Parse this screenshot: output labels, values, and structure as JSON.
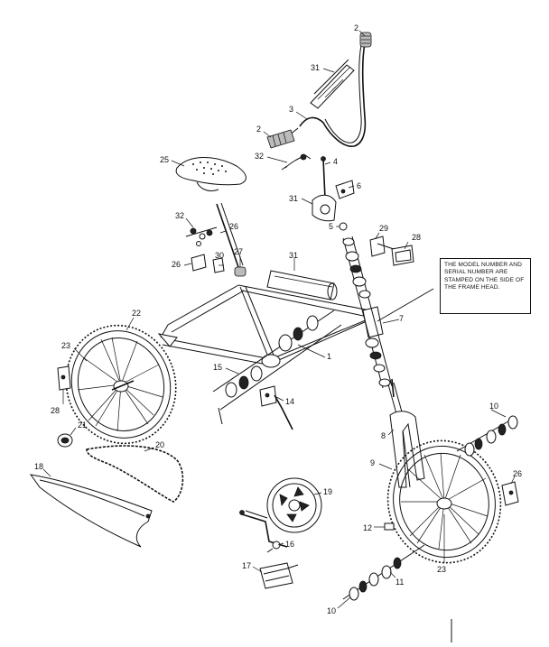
{
  "note": "THE MODEL NUMBER AND SERIAL NUMBER ARE STAMPED ON THE SIDE OF THE FRAME HEAD.",
  "callouts": {
    "c2a": "2",
    "c31a": "31",
    "c3": "3",
    "c2b": "2",
    "c32a": "32",
    "c4": "4",
    "c25": "25",
    "c6": "6",
    "c31b": "31",
    "c5": "5",
    "c29": "29",
    "c28a": "28",
    "c32b": "32",
    "c26a": "26",
    "c26b": "26",
    "c30": "30",
    "c27": "27",
    "c31c": "31",
    "c22": "22",
    "c7": "7",
    "c23a": "23",
    "c1": "1",
    "c15": "15",
    "c14": "14",
    "c28b": "28",
    "c10a": "10",
    "c21": "21",
    "c8": "8",
    "c20": "20",
    "c9": "9",
    "c26c": "26",
    "c18": "18",
    "c19": "19",
    "c12": "12",
    "c16": "16",
    "c23b": "23",
    "c17": "17",
    "c11": "11",
    "c10b": "10"
  }
}
